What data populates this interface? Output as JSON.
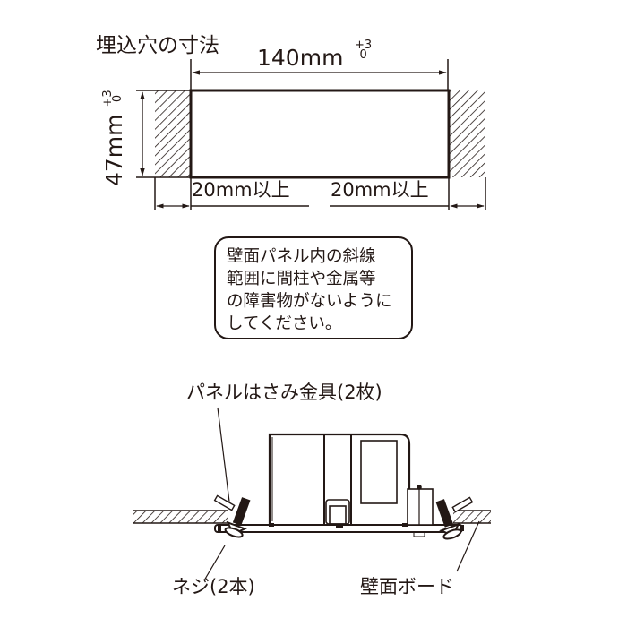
{
  "diagram": {
    "title": "埋込穴の寸法",
    "width_dimension": {
      "value": "140mm",
      "tolerance_plus": "+3",
      "tolerance_minus": "0"
    },
    "height_dimension": {
      "value": "47mm",
      "tolerance_plus": "+3",
      "tolerance_minus": "0"
    },
    "clearance_left": "20mm以上",
    "clearance_right": "20mm以上",
    "note": {
      "lines": [
        "壁面パネル内の斜線",
        "範囲に間柱や金属等",
        "の障害物がないように",
        "してください。"
      ]
    },
    "callouts": {
      "panel_clip": "パネルはさみ金具(2枚)",
      "screw": "ネジ(2本)",
      "wall_board": "壁面ボード"
    },
    "colors": {
      "line": "#231815",
      "background": "#ffffff"
    }
  }
}
